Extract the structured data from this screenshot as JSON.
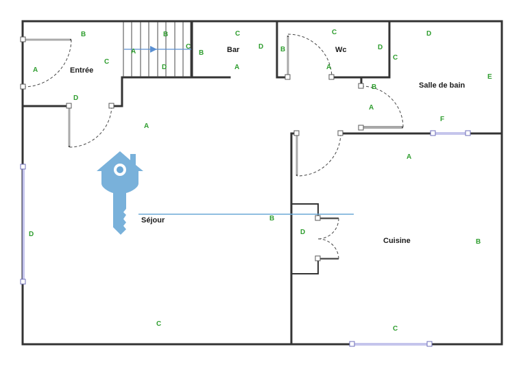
{
  "rooms": {
    "entree": "Entrée",
    "bar": "Bar",
    "wc": "Wc",
    "salle_de_bain": "Salle de bain",
    "sejour": "Séjour",
    "cuisine": "Cuisine"
  },
  "wall_letters": {
    "entree_top": "B",
    "entree_left": "A",
    "entree_right": "C",
    "entree_bottom": "D",
    "stairs_a": "A",
    "stairs_b": "B",
    "stairs_c": "C",
    "stairs_d": "D",
    "bar_left": "B",
    "bar_top": "C",
    "bar_right": "D",
    "bar_bottom": "A",
    "wc_left": "B",
    "wc_top": "C",
    "wc_right": "D",
    "wc_bottom": "A",
    "sdb_left": "C",
    "sdb_top": "D",
    "sdb_right": "E",
    "sdb_bottom": "F",
    "sdb_door_b": "B",
    "sdb_door_a": "A",
    "sejour_top": "A",
    "sejour_left": "D",
    "sejour_right": "B",
    "sejour_bottom": "C",
    "placard_d": "D",
    "cuisine_top": "A",
    "cuisine_right": "B",
    "cuisine_bottom": "C"
  },
  "colors": {
    "walls": "#333333",
    "wall_letters": "#2e9d2e",
    "windows": "#8b8bd8",
    "logo": "#6aa8d6"
  },
  "icons": {
    "logo": "house-key-icon",
    "stair_direction": "arrow-right-icon"
  }
}
